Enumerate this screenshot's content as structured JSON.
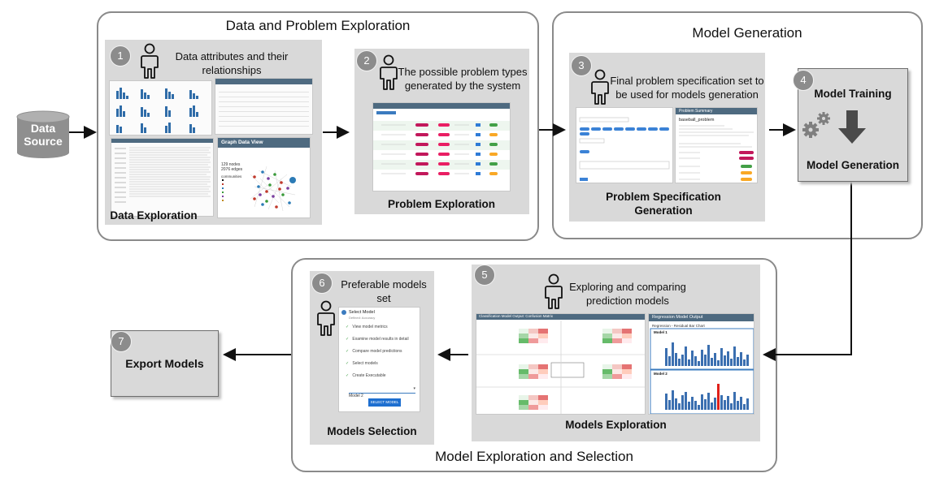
{
  "groups": {
    "data_problem": "Data and Problem Exploration",
    "model_generation": "Model Generation",
    "model_selection": "Model Exploration and Selection"
  },
  "data_source": {
    "label_line1": "Data",
    "label_line2": "Source"
  },
  "steps": [
    {
      "num": "1",
      "desc_line1": "Data attributes and their",
      "desc_line2": "relationships",
      "caption": "Data Exploration"
    },
    {
      "num": "2",
      "desc_line1": "The possible problem types",
      "desc_line2": "generated by the system",
      "caption": "Problem Exploration"
    },
    {
      "num": "3",
      "desc_line1": "Final problem specification set to",
      "desc_line2": "be used for models generation",
      "caption_line1": "Problem Specification",
      "caption_line2": "Generation"
    },
    {
      "num": "4",
      "title": "Model Training",
      "caption": "Model Generation"
    },
    {
      "num": "5",
      "desc_line1": "Exploring and comparing",
      "desc_line2": "prediction models",
      "caption": "Models Exploration"
    },
    {
      "num": "6",
      "desc_line1": "Preferable models",
      "desc_line2": "set",
      "caption": "Models Selection"
    },
    {
      "num": "7",
      "caption": "Export Models"
    }
  ],
  "screens": {
    "graph_title": "Graph Data View",
    "graph_nodes": "129 nodes",
    "graph_edges": "2076 edges",
    "communities": "communities",
    "select_model_title": "Select Model",
    "select_model_sub": "Defined: Accuracy",
    "checklist": [
      "View model metrics",
      "Examine model results in detail",
      "Compare model predictions",
      "Select models",
      "Create Executable"
    ],
    "dropdown_value": "Model 2",
    "select_button": "SELECT MODEL",
    "regression_title": "Regression Model Output",
    "regression_sub": "Regression - Residual Bar Chart",
    "regression_model1": "Model 1",
    "regression_model2": "Model 2",
    "classification_title": "Classification Model Output: Confusion Matrix",
    "problem_summary": "Problem Summary",
    "baseball_problem": "baseball_problem"
  },
  "colors": {
    "panel": "#d9d9d9",
    "border": "#8a8a8a",
    "accent_blue": "#3b7bbf",
    "highlight_red": "#e0201a",
    "header_slate": "#4e6a80"
  }
}
